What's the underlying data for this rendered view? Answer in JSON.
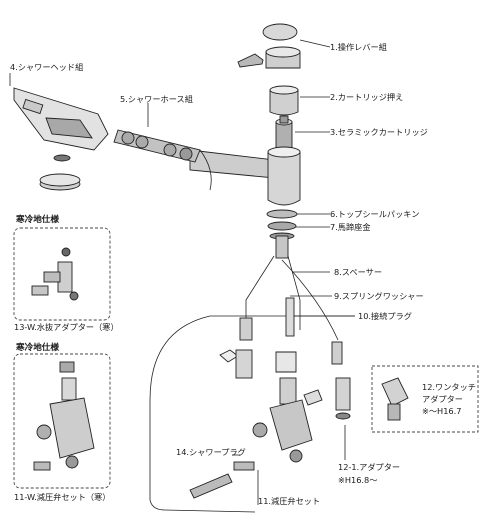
{
  "parts": {
    "p1": "1.操作レバー組",
    "p2": "2.カートリッジ押え",
    "p3": "3.セラミックカートリッジ",
    "p4": "4.シャワーヘッド組",
    "p5": "5.シャワーホース組",
    "p6": "6.トップシールパッキン",
    "p7": "7.馬蹄座金",
    "p8": "8.スペーサー",
    "p9": "9.スプリングワッシャー",
    "p10": "10.接続プラグ",
    "p11": "11.減圧弁セット",
    "p11w": "11-W.減圧弁セット（寒）",
    "p12": "12.ワンタッチ",
    "p12b": "アダプター",
    "p12c": "※～H16.7",
    "p121": "12-1.アダプター",
    "p121b": "※H16.8～",
    "p13w": "13-W.水抜アダプター（寒）",
    "p14": "14.シャワープラグ"
  },
  "headers": {
    "cold1": "寒冷地仕様",
    "cold2": "寒冷地仕様"
  }
}
